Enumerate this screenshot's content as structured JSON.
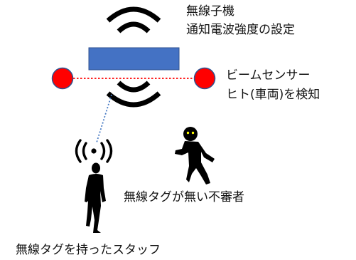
{
  "labels": {
    "base_unit_name": "無線子機",
    "base_unit_desc": "通知電波強度の設定",
    "beam_sensor_name": "ビームセンサー",
    "beam_sensor_desc": "ヒト(車両)を検知",
    "intruder": "無線タグが無い不審者",
    "staff": "無線タグを持ったスタッフ"
  },
  "icons": {
    "base_station": "wifi-signal-arcs-icon",
    "sensor_posts": "red-circle-icon",
    "beam": "dotted-red-line",
    "tag_signal": "radio-signal-icon",
    "staff": "walking-person-silhouette-icon",
    "intruder": "sneaking-thief-icon"
  },
  "colors": {
    "base_unit_fill": "#4472c4",
    "base_unit_stroke": "#2f528f",
    "sensor_fill": "#ff0000",
    "sensor_stroke": "#2f528f",
    "beam_line": "#ff0000",
    "link_line": "#4a7cc4",
    "figures": "#000000",
    "intruder_eyes": "#ffff00"
  }
}
